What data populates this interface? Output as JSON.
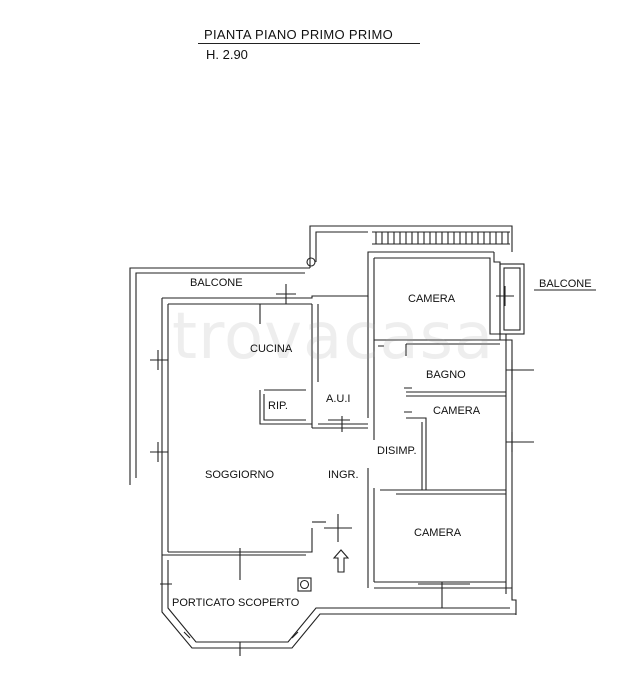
{
  "header": {
    "title": "PIANTA PIANO PRIMO PRIMO",
    "height": "H. 2.90"
  },
  "watermark": "trovacasa",
  "rooms": {
    "balcone_left": "BALCONE",
    "balcone_right": "BALCONE",
    "cucina": "CUCINA",
    "rip": "RIP.",
    "aui": "A.U.I",
    "camera_top": "CAMERA",
    "bagno": "BAGNO",
    "camera_mid": "CAMERA",
    "disimp": "DISIMP.",
    "soggiorno": "SOGGIORNO",
    "ingr": "INGR.",
    "camera_bottom": "CAMERA",
    "porticato": "PORTICATO SCOPERTO"
  }
}
